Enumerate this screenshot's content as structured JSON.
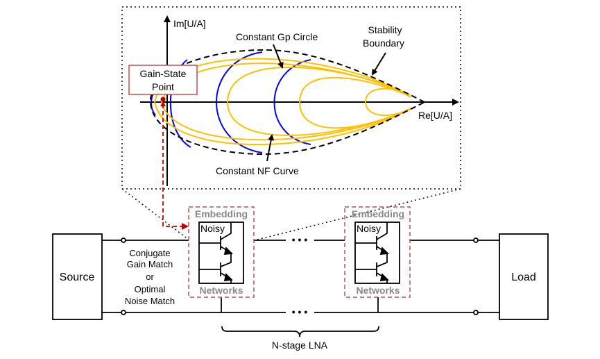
{
  "plot": {
    "im_axis_label": "Im[U/A]",
    "re_axis_label": "Re[U/A]",
    "gp_circle_label": "Constant Gp Circle",
    "stability_label_1": "Stability",
    "stability_label_2": "Boundary",
    "nf_curve_label": "Constant NF Curve",
    "gain_state_label_1": "Gain-State",
    "gain_state_label_2": "Point"
  },
  "circuit": {
    "source_label": "Source",
    "load_label": "Load",
    "match_lines": [
      "Conjugate",
      "Gain Match",
      "or",
      "Optimal",
      "Noise Match"
    ],
    "stages": [
      {
        "top_label": "Embedding",
        "bottom_label": "Networks",
        "device_label": "Noisy"
      },
      {
        "top_label": "Embedding",
        "bottom_label": "Networks",
        "device_label": "Noisy"
      }
    ],
    "ellipsis": "• • •",
    "lna_label": "N-stage LNA"
  },
  "colors": {
    "gp": "#FFC000",
    "nf": "#0000FF",
    "highlight": "#C00000"
  }
}
